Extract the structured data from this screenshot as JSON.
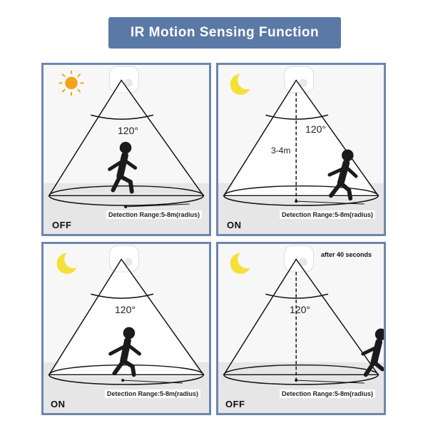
{
  "title": "IR Motion Sensing Function",
  "panels": [
    {
      "icon": "sun-icon",
      "angle": "120°",
      "range": "Detection Range:5-8m(radius)",
      "state": "OFF"
    },
    {
      "icon": "moon-icon",
      "angle": "120°",
      "height": "3-4m",
      "range": "Detection Range:5-8m(radius)",
      "state": "ON"
    },
    {
      "icon": "moon-icon",
      "angle": "120°",
      "range": "Detection Range:5-8m(radius)",
      "state": "ON"
    },
    {
      "icon": "moon-icon",
      "angle": "120°",
      "note": "after 40 seconds",
      "range": "Detection Range:5-8m(radius)",
      "state": "OFF"
    }
  ],
  "colors": {
    "frame": "#6c86b0",
    "title_bg": "#5b79a6",
    "sun": "#f2a31b",
    "moon": "#f5e03a",
    "person": "#1b1b1b"
  }
}
